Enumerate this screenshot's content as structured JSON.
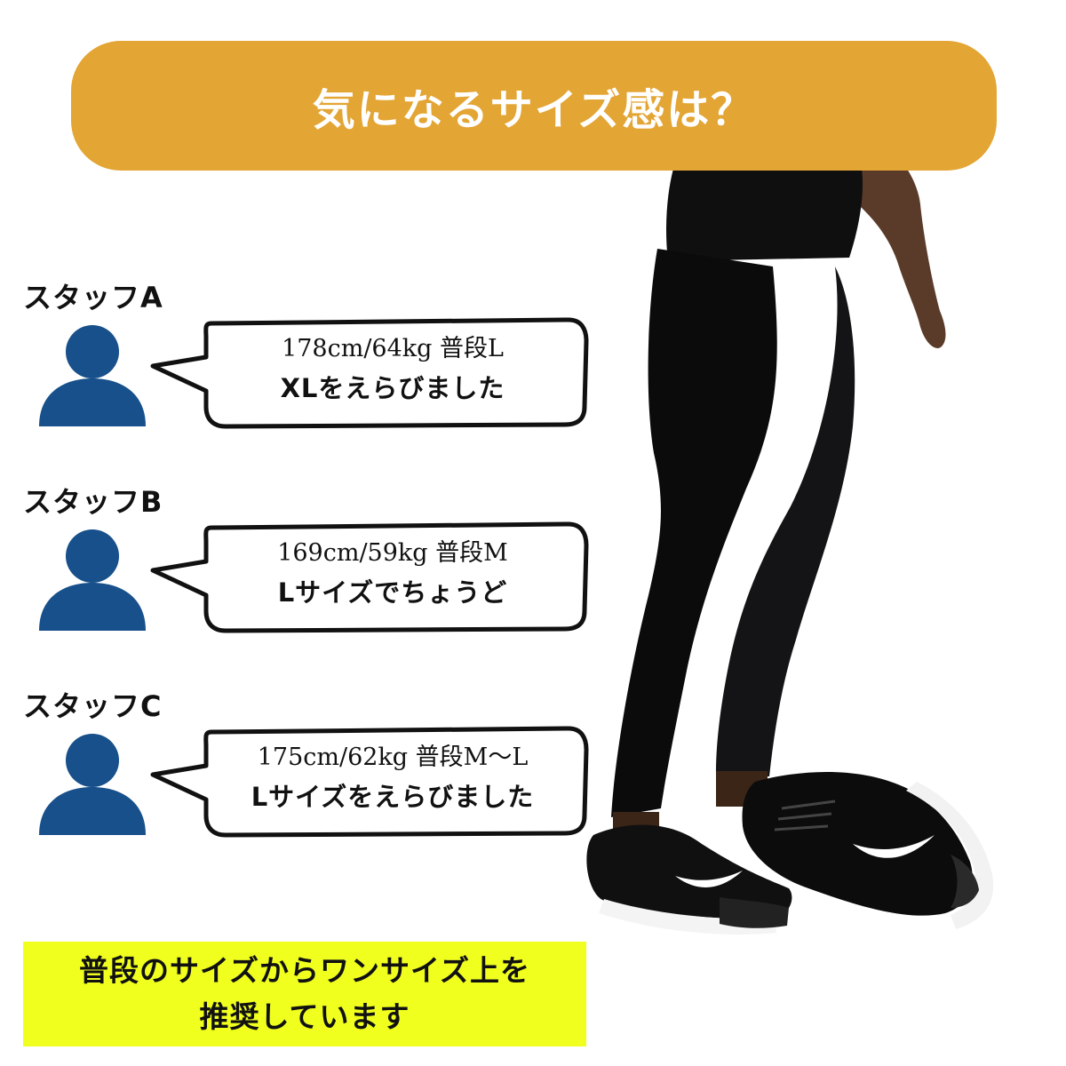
{
  "colors": {
    "banner": "#e3a534",
    "avatar": "#17508a",
    "note_bg": "#f0ff1e",
    "bubble_fill": "#ffffff",
    "bubble_stroke": "#111111"
  },
  "banner": {
    "title": "気になるサイズ感は？"
  },
  "staff": [
    {
      "name": "スタッフA",
      "stats": "178cm/64kg 普段L",
      "choice": "XLをえらびました",
      "icon": "person-icon"
    },
    {
      "name": "スタッフB",
      "stats": "169cm/59kg 普段M",
      "choice": "Lサイズでちょうど",
      "icon": "person-icon"
    },
    {
      "name": "スタッフC",
      "stats": "175cm/62kg 普段M～L",
      "choice": "Lサイズをえらびました",
      "icon": "person-icon"
    }
  ],
  "note": {
    "line1": "普段のサイズからワンサイズ上を",
    "line2": "推奨しています"
  }
}
